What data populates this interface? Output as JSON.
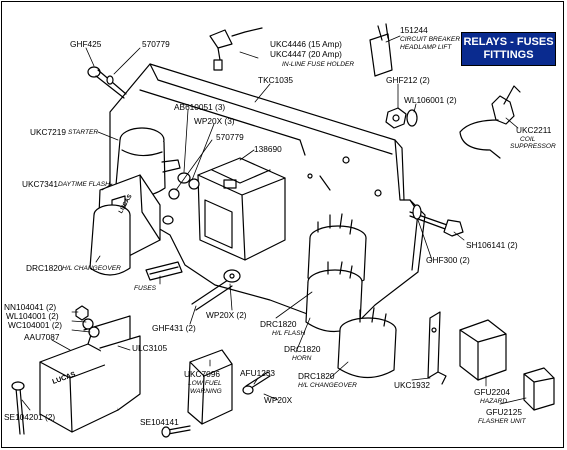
{
  "title": {
    "line1": "RELAYS - FUSES",
    "line2": "FITTINGS"
  },
  "labels": {
    "ghf425": "GHF425",
    "p570779a": "570779",
    "ukc4446": "UKC4446 (15 Amp)",
    "ukc4447": "UKC4447 (20 Amp)",
    "inline_fuse_holder": "IN-LINE FUSE HOLDER",
    "p151244": "151244",
    "circuit_breaker": "CIRCUIT BREAKER",
    "headlamp_lift": "HEADLAMP LIFT",
    "tkc1035": "TKC1035",
    "ghf212": "GHF212 (2)",
    "wl106001": "WL106001 (2)",
    "ab610051": "AB610051 (3)",
    "wp20x3": "WP20X (3)",
    "ukc2211": "UKC2211",
    "coil": "COIL",
    "suppressor": "SUPPRESSOR",
    "ukc7219": "UKC7219",
    "starter": "STARTER",
    "p570779b": "570779",
    "p138690": "138690",
    "ukc7341": "UKC7341",
    "daytime_flash": "DAYTIME FLASH",
    "sh106141": "SH106141 (2)",
    "ghf300": "GHF300 (2)",
    "drc1820_a": "DRC1820",
    "h_l_changeover_a": "H/L CHANGEOVER",
    "fuses": "FUSES",
    "nn104041": "NN104041 (2)",
    "wl104001": "WL104001 (2)",
    "wc104001": "WC104001 (2)",
    "ghf431": "GHF431 (2)",
    "wp20x2": "WP20X (2)",
    "drc1820_b": "DRC1820",
    "h_l_flash": "H/L FLASH",
    "aau7087": "AAU7087",
    "ulc3105": "ULC3105",
    "drc1820_c": "DRC1820",
    "horn": "HORN",
    "ukc7096": "UKC7096",
    "low_fuel": "LOW FUEL",
    "warning": "WARNING",
    "afu1233": "AFU1233",
    "drc1820_d": "DRC1820",
    "h_l_changeover_b": "H/L CHANGEOVER",
    "ukc1932": "UKC1932",
    "gfu2204": "GFU2204",
    "hazard": "HAZARD",
    "wp20x": "WP20X",
    "se104201": "SE104201 (2)",
    "se104141": "SE104141",
    "gfu2125": "GFU2125",
    "flasher_unit": "FLASHER UNIT",
    "lucas": "LUCAS",
    "lucas_relay": "LUCAS"
  },
  "colors": {
    "title_bg": "#0a2b8f",
    "title_text": "#ffffff",
    "line": "#000000"
  }
}
